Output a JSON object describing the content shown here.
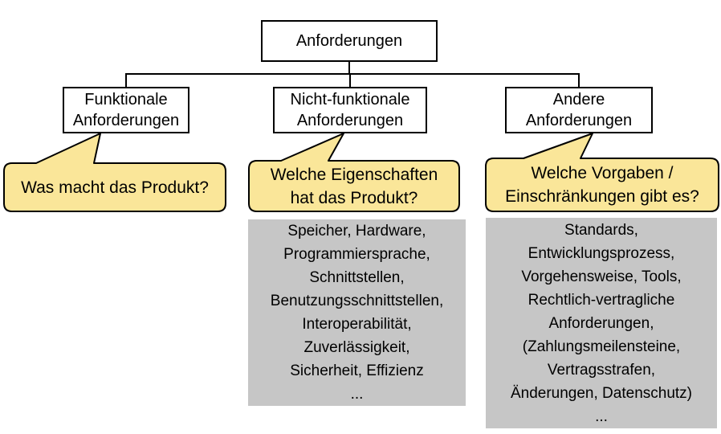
{
  "tree": {
    "root": {
      "label": "Anforderungen"
    },
    "children": [
      {
        "label": "Funktionale\nAnforderungen",
        "question": "Was macht das Produkt?",
        "examples": ""
      },
      {
        "label": "Nicht-funktionale\nAnforderungen",
        "question": "Welche Eigenschaften\nhat das Produkt?",
        "examples": "Speicher, Hardware,\nProgrammiersprache,\nSchnittstellen,\nBenutzungsschnittstellen,\nInteroperabilität,\nZuverlässigkeit,\nSicherheit, Effizienz\n..."
      },
      {
        "label": "Andere\nAnforderungen",
        "question": "Welche Vorgaben /\nEinschränkungen gibt es?",
        "examples": "Standards,\nEntwicklungsprozess,\nVorgehensweise, Tools,\nRechtlich-vertragliche\nAnforderungen,\n(Zahlungsmeilensteine,\nVertragsstrafen,\nÄnderungen, Datenschutz)\n..."
      }
    ]
  },
  "colors": {
    "bubble_fill": "#FAE699",
    "bubble_border": "#000000",
    "box_fill": "#FFFFFF",
    "box_border": "#000000",
    "examples_fill": "#C6C6C6",
    "connector": "#000000",
    "text": "#000000"
  }
}
